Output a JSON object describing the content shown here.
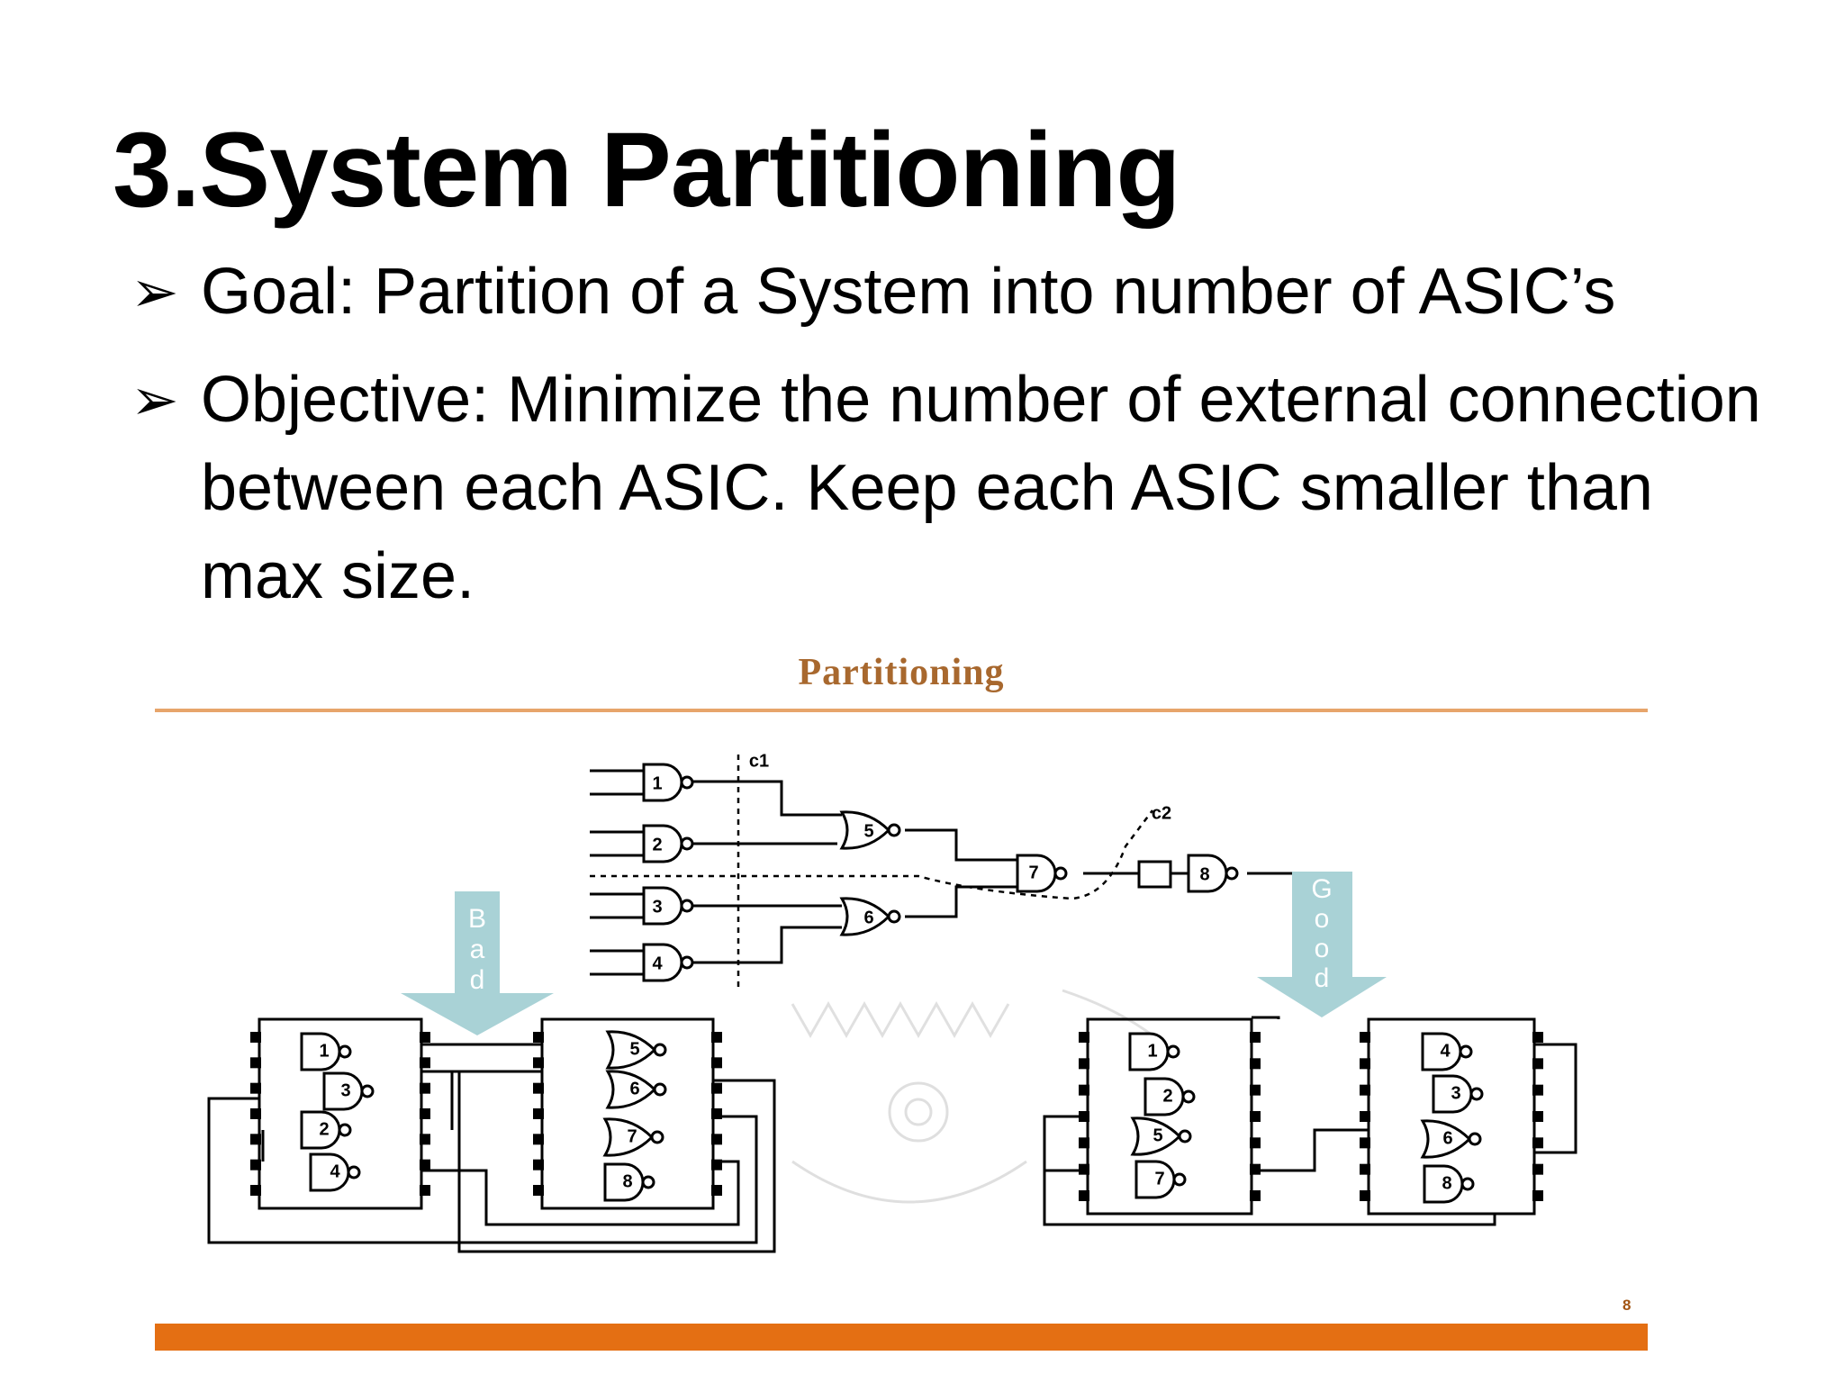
{
  "slide": {
    "title": "3.System Partitioning",
    "bullets": [
      {
        "marker": "➢",
        "text": "Goal: Partition of a System into number of ASIC’s"
      },
      {
        "marker": "➢",
        "text": "Objective: Minimize the number of external connection between each ASIC. Keep each ASIC smaller than max size."
      }
    ]
  },
  "figure": {
    "title": "Partitioning",
    "page_number": "8",
    "cut_labels": [
      "c1",
      "c2"
    ],
    "bad_label": [
      "B",
      "a",
      "d"
    ],
    "good_label": [
      "G",
      "o",
      "o",
      "d"
    ],
    "gate_numbers": [
      "1",
      "2",
      "3",
      "4",
      "5",
      "6",
      "7",
      "8"
    ],
    "bad_partition": {
      "left_chip": [
        "1",
        "3",
        "2",
        "4"
      ],
      "right_chip": [
        "5",
        "6",
        "7",
        "8"
      ]
    },
    "good_partition": {
      "left_chip": [
        "1",
        "2",
        "5",
        "7"
      ],
      "right_chip": [
        "4",
        "3",
        "6",
        "8"
      ]
    },
    "colors": {
      "arrow_fill": "#a9d2d6",
      "rule_orange": "#e46f13",
      "title_brown": "#a8682e"
    }
  }
}
